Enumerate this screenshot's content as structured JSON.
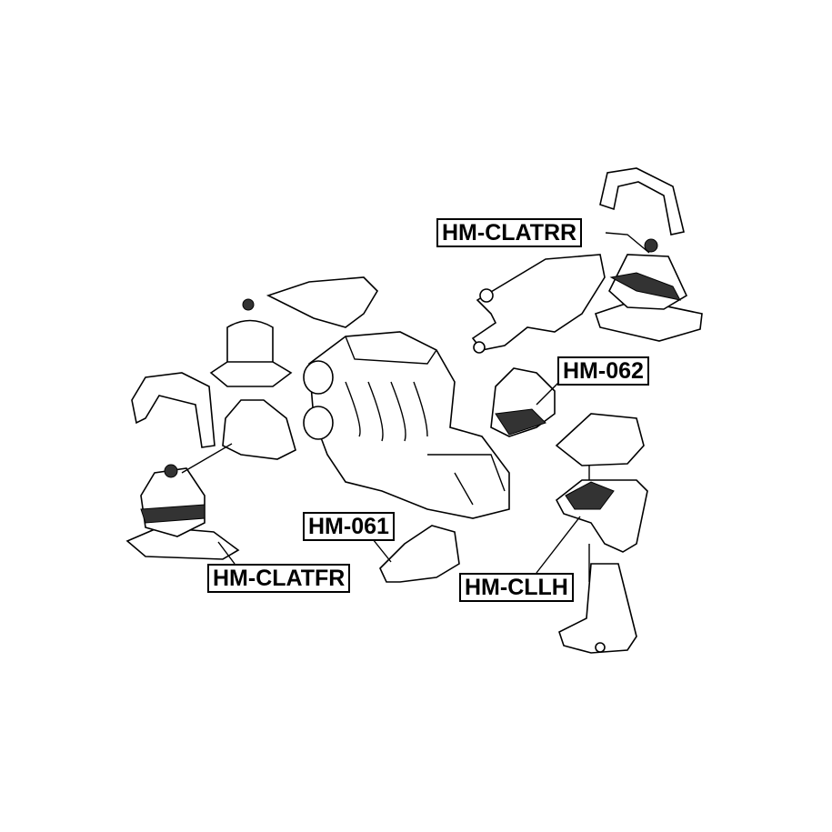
{
  "labels": {
    "rear_right": "HM-CLATRR",
    "upper": "HM-062",
    "lower_center": "HM-061",
    "front_right": "HM-CLATFR",
    "left": "HM-CLLH"
  }
}
